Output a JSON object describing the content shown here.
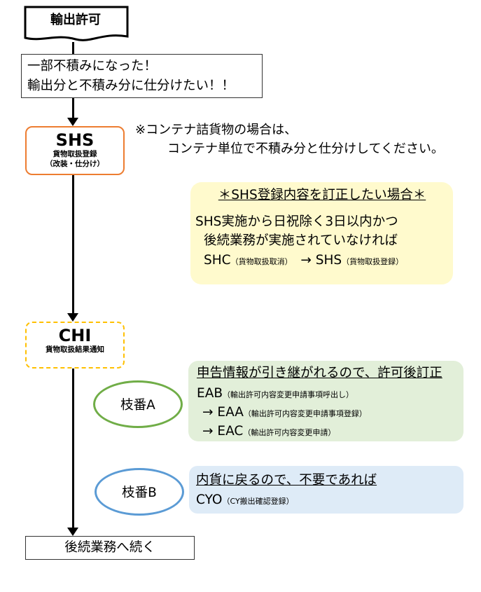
{
  "start": {
    "label": "輸出許可"
  },
  "condition": {
    "line1": "一部不積みになった！",
    "line2": "輸出分と不積み分に仕分けたい！！"
  },
  "shs": {
    "code": "SHS",
    "sub1": "貨物取扱登録",
    "sub2": "（改装・仕分け）"
  },
  "note": {
    "line1": "※コンテナ詰貨物の場合は、",
    "line2": "コンテナ単位で不積み分と仕分けしてください。"
  },
  "shs_correction": {
    "title": "＊SHS登録内容を訂正したい場合＊",
    "line1": "SHS実施から日祝除く3日以内かつ",
    "line2": "後続業務が実施されていなければ",
    "line3_code1": "SHC",
    "line3_note1": "（貨物取扱取消）",
    "line3_arrow": "→",
    "line3_code2": "SHS",
    "line3_note2": "（貨物取扱登録）"
  },
  "chi": {
    "code": "CHI",
    "sub": "貨物取扱結果通知"
  },
  "branch_a": {
    "label": "枝番A",
    "title": "申告情報が引き継がれるので、許可後訂正",
    "l1_code": "EAB",
    "l1_note": "（輸出許可内容変更申請事項呼出し）",
    "l2_arrow": "→",
    "l2_code": "EAA",
    "l2_note": "（輸出許可内容変更申請事項登録）",
    "l3_arrow": "→",
    "l3_code": "EAC",
    "l3_note": "（輸出許可内容変更申請）"
  },
  "branch_b": {
    "label": "枝番B",
    "title": "内貨に戻るので、不要であれば",
    "l1_code": "CYO",
    "l1_note": "（CY搬出確認登録）"
  },
  "end": {
    "label": "後続業務へ続く"
  },
  "colors": {
    "shs_border": "#ed7d31",
    "chi_border": "#ffc000",
    "branch_a": "#70ad47",
    "branch_b": "#5b9bd5",
    "yellow_panel": "#fffacd",
    "green_panel": "#e2efd9",
    "blue_panel": "#deebf7"
  }
}
